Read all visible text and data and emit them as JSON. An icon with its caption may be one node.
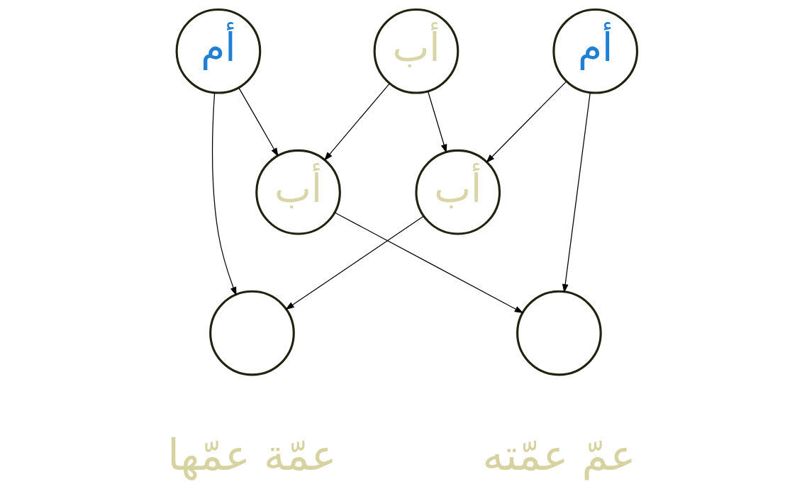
{
  "diagram": {
    "nodes": [
      {
        "text": [
          "أم"
        ]
      },
      {
        "text": [
          "أب"
        ]
      },
      {
        "text": [
          "أم"
        ]
      },
      {
        "text": [
          "أب"
        ]
      },
      {
        "text": [
          "أب"
        ]
      },
      {
        "text": [],
        "shape": "circle",
        "beside": [
          "عمّة عمّها"
        ]
      },
      {
        "text": [],
        "shape": "circle",
        "beside": [
          "عمّ عمّته"
        ]
      }
    ],
    "edges": [
      {
        "from": 0,
        "to": 3,
        "arrow": "to"
      },
      {
        "from": 0,
        "to": 5,
        "arrow": "to"
      },
      {
        "from": 1,
        "to": 3,
        "arrow": "to"
      },
      {
        "from": 1,
        "to": 4,
        "arrow": "to"
      },
      {
        "from": 2,
        "to": 4,
        "arrow": "to"
      },
      {
        "from": 2,
        "to": 6,
        "arrow": "to"
      },
      {
        "from": 3,
        "to": 6,
        "arrow": "to"
      },
      {
        "from": 4,
        "to": 5,
        "arrow": "to"
      }
    ]
  }
}
